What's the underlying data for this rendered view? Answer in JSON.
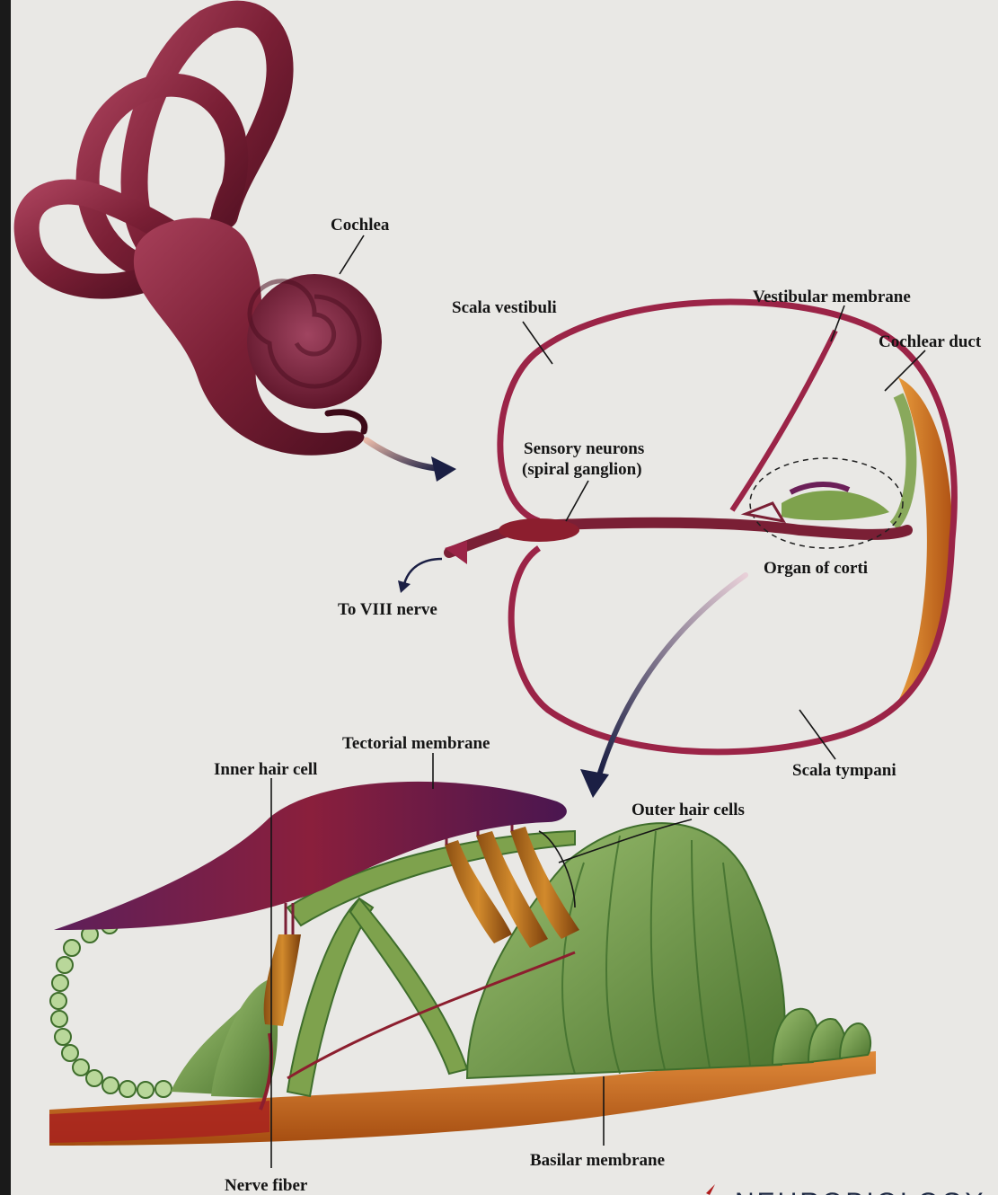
{
  "labels": {
    "cochlea": "Cochlea",
    "scala_vestibuli": "Scala vestibuli",
    "vestibular_membrane": "Vestibular membrane",
    "cochlear_duct": "Cochlear duct",
    "sensory_neurons_line1": "Sensory neurons",
    "sensory_neurons_line2": "(spiral ganglion)",
    "to_viii_nerve": "To VIII nerve",
    "organ_of_corti": "Organ of corti",
    "scala_tympani": "Scala tympani",
    "tectorial_membrane": "Tectorial membrane",
    "inner_hair_cell": "Inner hair cell",
    "outer_hair_cells": "Outer hair cells",
    "basilar_membrane": "Basilar membrane",
    "nerve_fiber": "Nerve fiber"
  },
  "brand": {
    "text": "NEUROBIOLOGY"
  },
  "colors": {
    "background": "#e9e8e5",
    "frame": "#111111",
    "cochlea_tissue": "#7a1f35",
    "duct_outline": "#9b2447",
    "hair_cell_green": "#6f9a4a",
    "tectorial_purple": "#6b1f58",
    "basilar_orange": "#c96a1d",
    "arrow": "#1b1f44",
    "label_text": "#151515"
  }
}
